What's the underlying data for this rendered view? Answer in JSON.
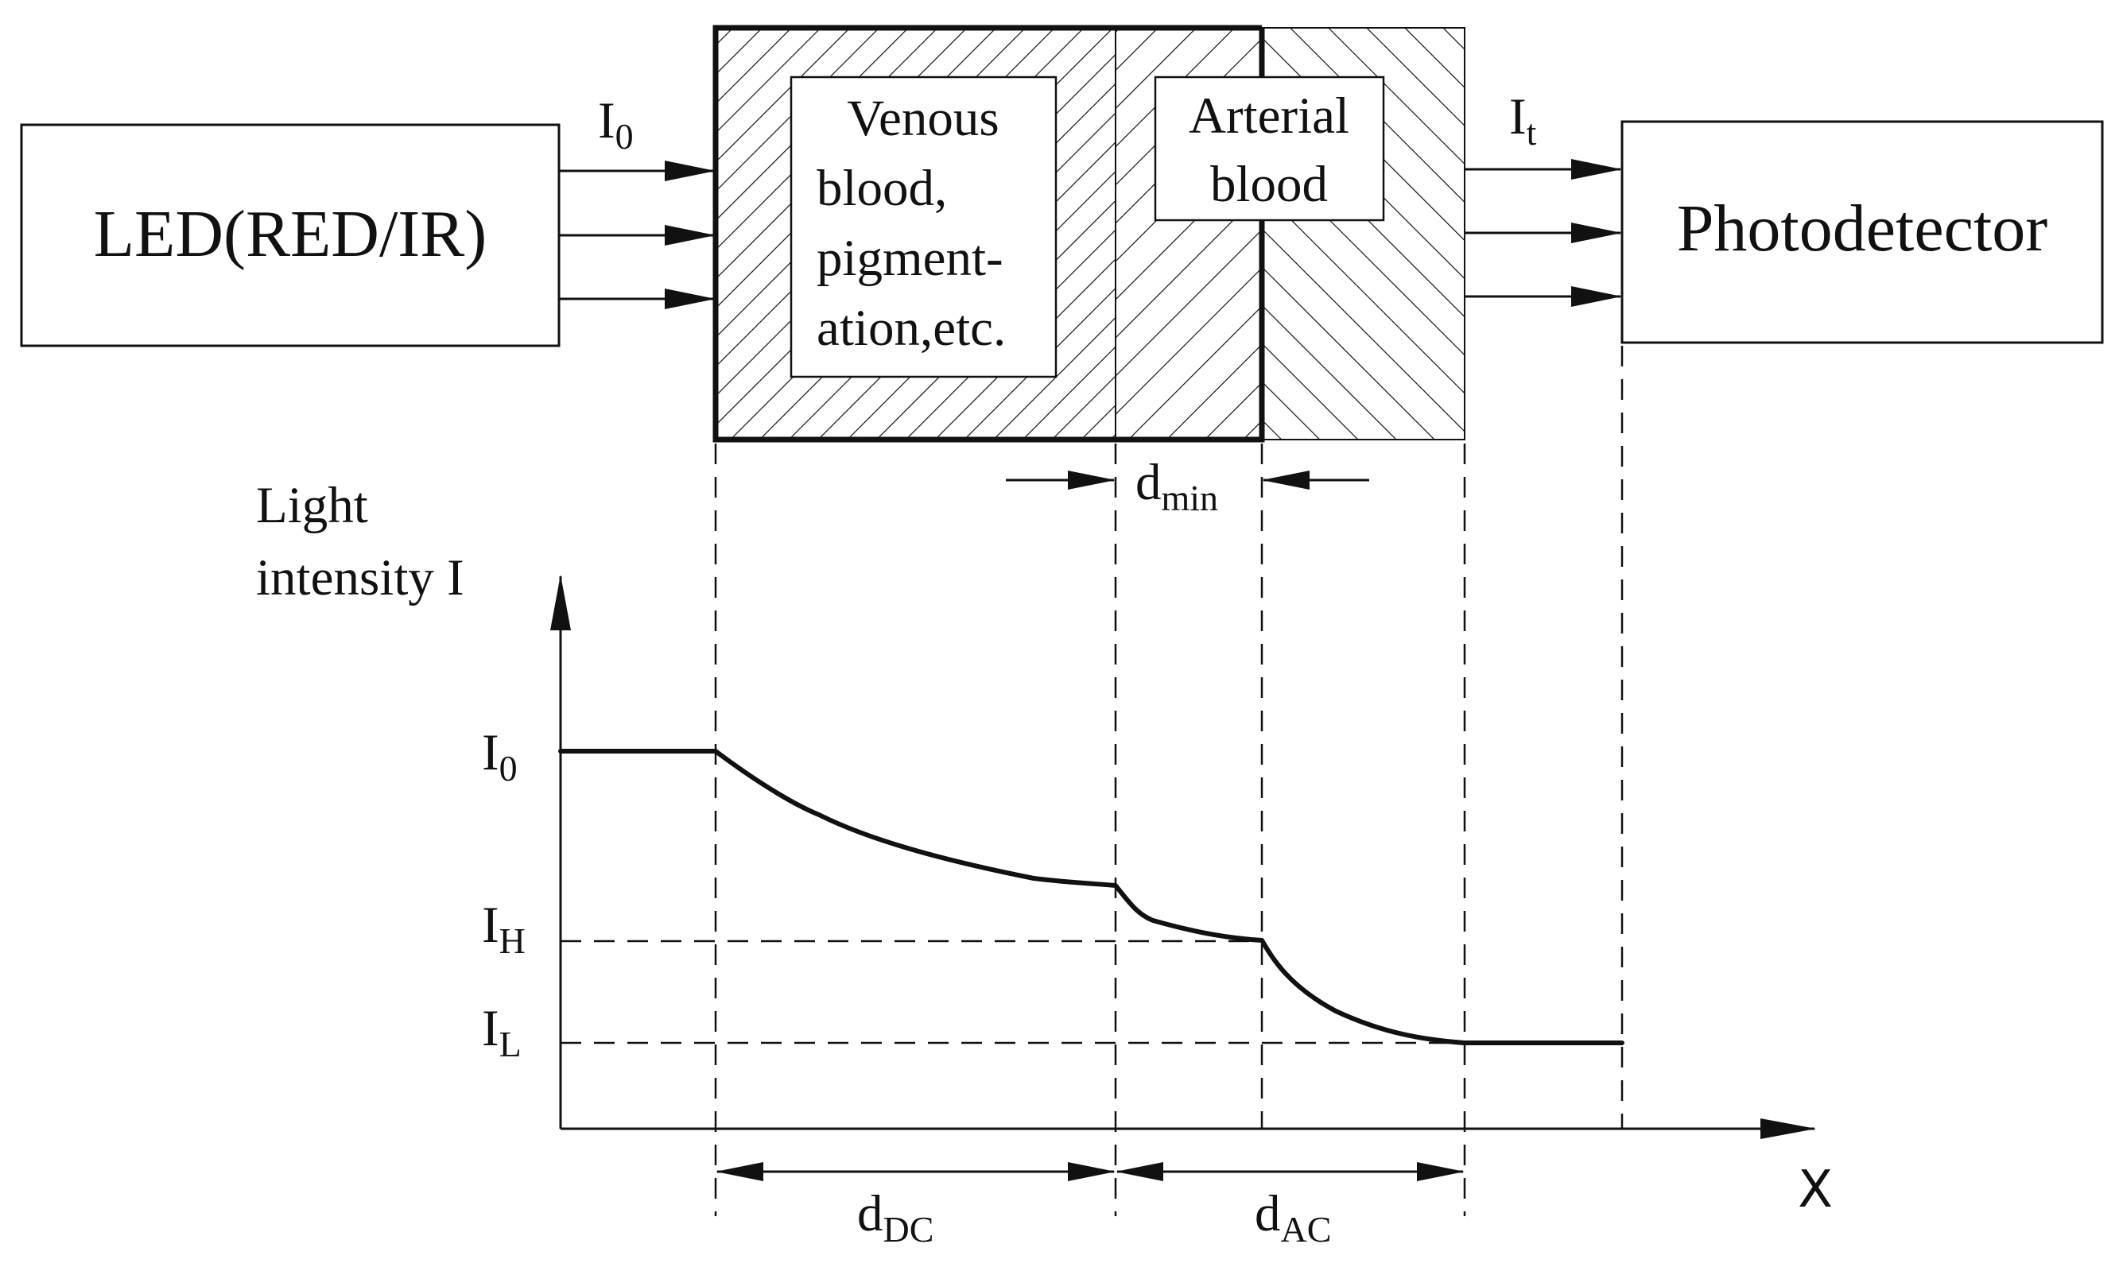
{
  "blocks": {
    "led": "LED(RED/IR)",
    "photodetector": "Photodetector",
    "venous": [
      "Venous",
      "blood,",
      "pigment-",
      "ation,etc."
    ],
    "arterial": [
      "Arterial",
      "blood"
    ]
  },
  "beams": {
    "incident": {
      "base": "I",
      "sub": "0"
    },
    "transmitted": {
      "base": "I",
      "sub": "t"
    }
  },
  "dimensions": {
    "d_min": {
      "base": "d",
      "sub": "min"
    },
    "d_dc": {
      "base": "d",
      "sub": "DC"
    },
    "d_ac": {
      "base": "d",
      "sub": "AC"
    }
  },
  "axes": {
    "y_label": [
      "Light",
      "intensity I"
    ],
    "x_label": "X"
  },
  "levels": {
    "i0": {
      "base": "I",
      "sub": "0"
    },
    "ih": {
      "base": "I",
      "sub": "H"
    },
    "il": {
      "base": "I",
      "sub": "L"
    }
  },
  "colors": {
    "ink": "#111111",
    "background": "#ffffff"
  }
}
